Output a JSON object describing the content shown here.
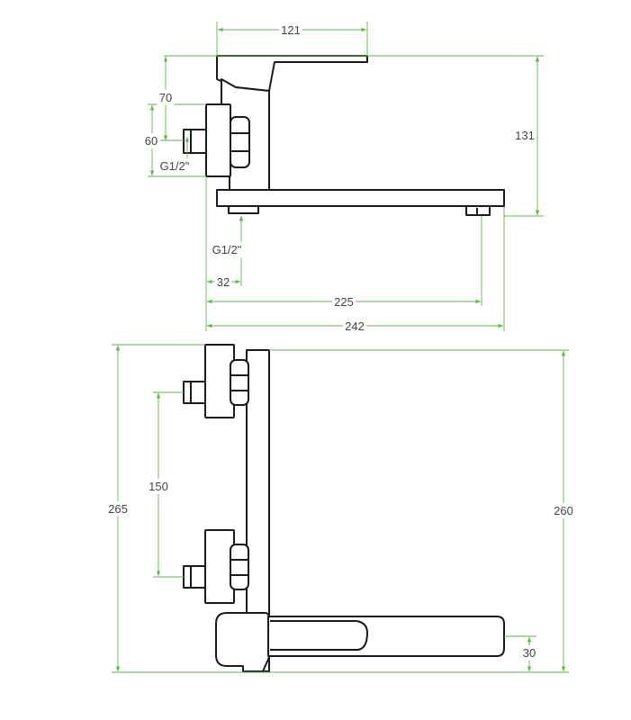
{
  "colors": {
    "dimension": "#5fb94a",
    "outline": "#1a1a1a",
    "text": "#444444",
    "background": "#ffffff"
  },
  "top_view": {
    "dim_handle_length": "121",
    "dim_height": "131",
    "dim_inlet_offset": "70",
    "dim_inlet_height": "60",
    "dim_inlet_thread": "G1/2\"",
    "dim_outlet_thread": "G1/2\"",
    "dim_outlet_offset": "32",
    "dim_spout_reach": "225",
    "dim_total_length": "242"
  },
  "front_view": {
    "dim_total_height": "265",
    "dim_inlet_spacing": "150",
    "dim_spout_height": "260",
    "dim_spout_gap": "30"
  }
}
